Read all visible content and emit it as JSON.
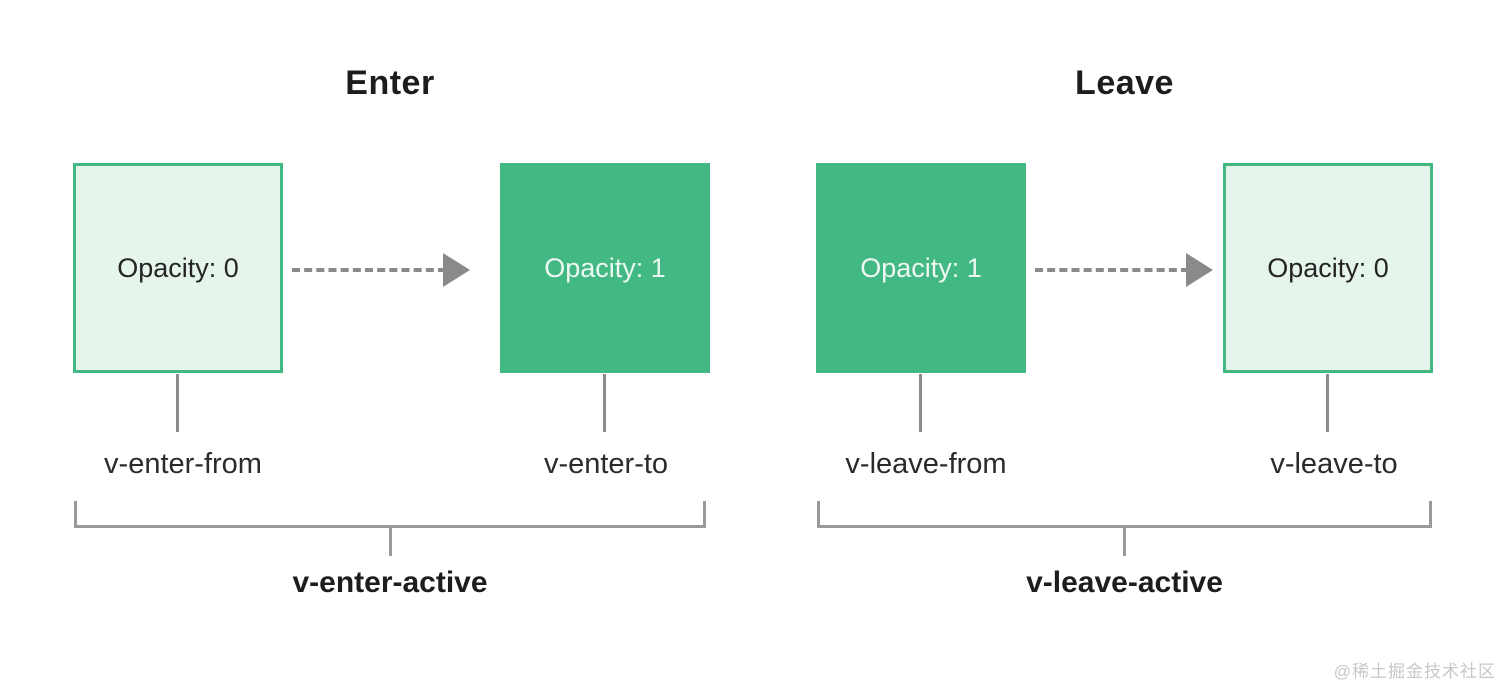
{
  "page": {
    "background": "#ffffff"
  },
  "colors": {
    "solid_green": "#42b883",
    "light_green_fill": "#e6f5ec",
    "green_border": "#42b883",
    "dark_text": "#1d1d1d",
    "light_text": "#eef8f2",
    "line_gray": "#8c8c8c",
    "bracket_gray": "#999999",
    "watermark_gray": "#c8c8c8"
  },
  "sections": [
    {
      "title": "Enter",
      "from_box": {
        "value": "Opacity: 0",
        "variant": "outline"
      },
      "to_box": {
        "value": "Opacity: 1",
        "variant": "solid"
      },
      "from_label": "v-enter-from",
      "to_label": "v-enter-to",
      "active_label": "v-enter-active"
    },
    {
      "title": "Leave",
      "from_box": {
        "value": "Opacity: 1",
        "variant": "solid"
      },
      "to_box": {
        "value": "Opacity: 0",
        "variant": "outline"
      },
      "from_label": "v-leave-from",
      "to_label": "v-leave-to",
      "active_label": "v-leave-active"
    }
  ],
  "watermark": {
    "text": "@稀土掘金技术社区"
  }
}
